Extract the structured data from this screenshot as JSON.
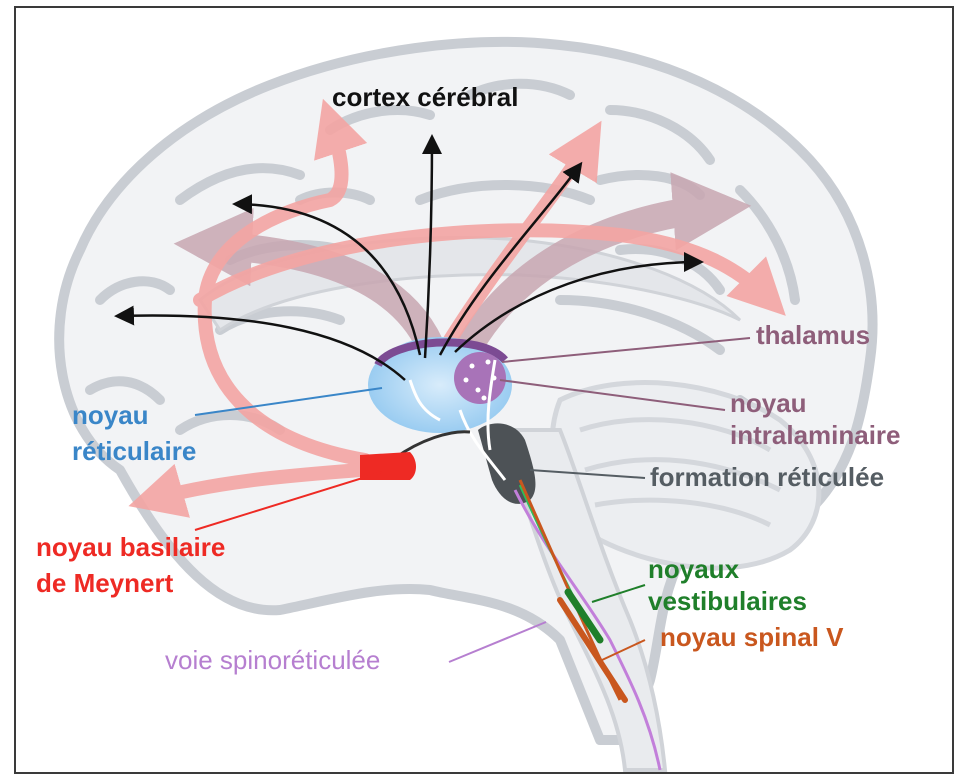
{
  "labels": {
    "cortex": "cortex cérébral",
    "thalamus": "thalamus",
    "intralaminaire_1": "noyau",
    "intralaminaire_2": "intralaminaire",
    "formation": "formation réticulée",
    "vestibulaires_1": "noyaux",
    "vestibulaires_2": "vestibulaires",
    "spinal": "noyau spinal V",
    "spinoreticulee": "voie spinoréticulée",
    "reticulaire_1": "noyau",
    "reticulaire_2": "réticulaire",
    "basilaire_1": "noyau basilaire",
    "basilaire_2": "de Meynert"
  },
  "colors": {
    "cortex": "#111111",
    "thalamus": "#8e5e7a",
    "intralaminaire": "#8e5e7a",
    "formation": "#555d63",
    "vestibulaires": "#1f7f2a",
    "spinal": "#c9571e",
    "spinoreticulee": "#b67fd0",
    "reticulaire": "#3a86c8",
    "basilaire": "#ee2a24",
    "pink_arrows": "#f4a5a3",
    "mauve_arrows": "#c8a7b2",
    "brain_outline": "#c9cdd3"
  }
}
